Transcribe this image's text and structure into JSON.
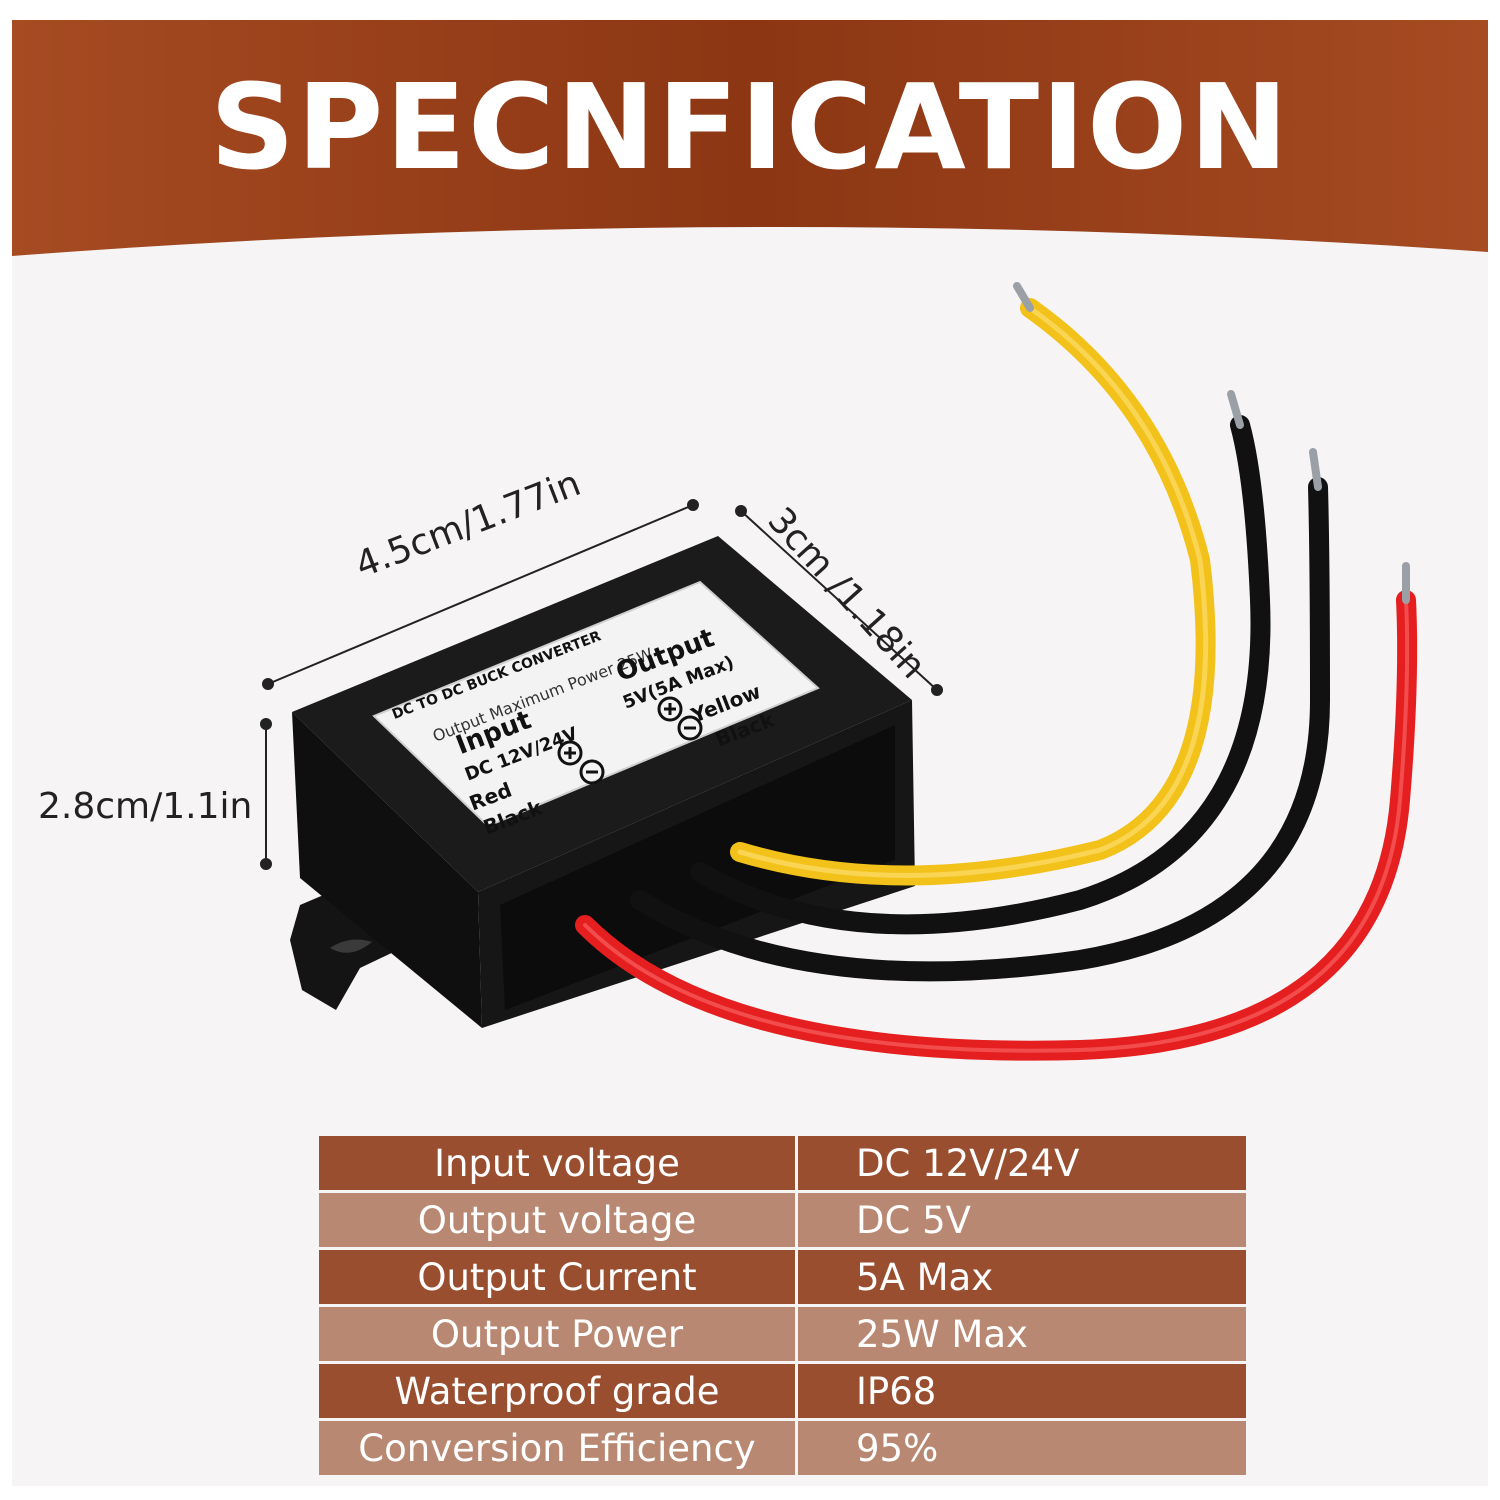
{
  "banner": {
    "title": "SPECNFICATION",
    "color": "#9e4a26"
  },
  "dimensions": {
    "width": "4.5cm/1.77in",
    "depth": "3cm /1.18in",
    "height": "2.8cm/1.1in"
  },
  "device_label": {
    "line1": "DC TO DC BUCK CONVERTER",
    "line2": "Output Maximum Power 25W",
    "input_title": "Input",
    "output_title": "Output",
    "input_spec": "DC 12V/24V",
    "output_spec": "5V(5A Max)",
    "input_pos": "Red",
    "output_pos": "Yellow",
    "input_neg": "Black",
    "output_neg": "Black"
  },
  "wire_colors": {
    "yellow": "#f2c21a",
    "black": "#111111",
    "red": "#e51f1f"
  },
  "specs": [
    {
      "label": "Input voltage",
      "value": "DC 12V/24V"
    },
    {
      "label": "Output voltage",
      "value": "DC 5V"
    },
    {
      "label": "Output Current",
      "value": "5A Max"
    },
    {
      "label": "Output Power",
      "value": "25W Max"
    },
    {
      "label": "Waterproof grade",
      "value": "IP68"
    },
    {
      "label": "Conversion Efficiency",
      "value": "95%"
    }
  ]
}
